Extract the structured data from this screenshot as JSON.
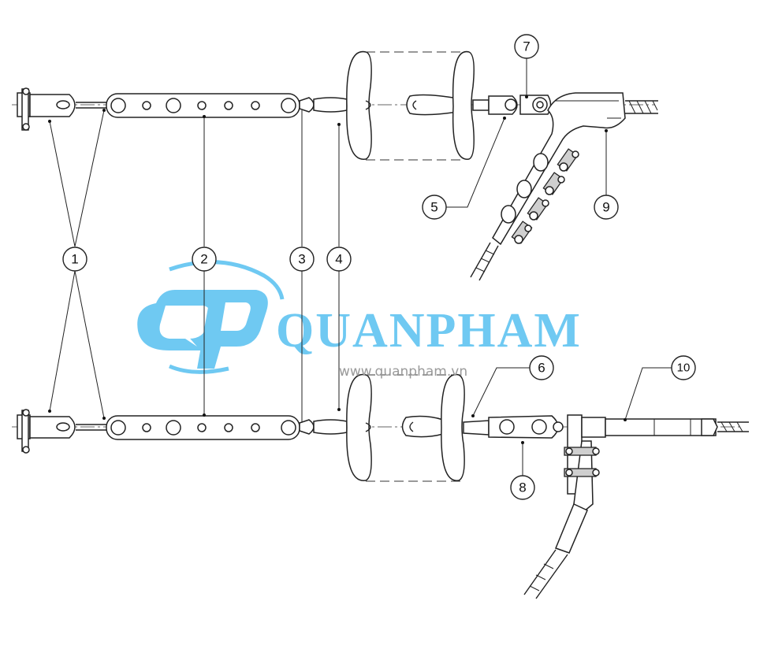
{
  "callouts": {
    "c1": "1",
    "c2": "2",
    "c3": "3",
    "c4": "4",
    "c5": "5",
    "c6": "6",
    "c7": "7",
    "c8": "8",
    "c9": "9",
    "c10": "10"
  },
  "watermark": {
    "logo_mark": "QP",
    "brand_name": "QUANPHAM",
    "url": "www.quanpham.vn"
  },
  "colors": {
    "line": "#222222",
    "watermark_blue": "#6fc9f2",
    "watermark_gray": "#9a9a9a"
  }
}
